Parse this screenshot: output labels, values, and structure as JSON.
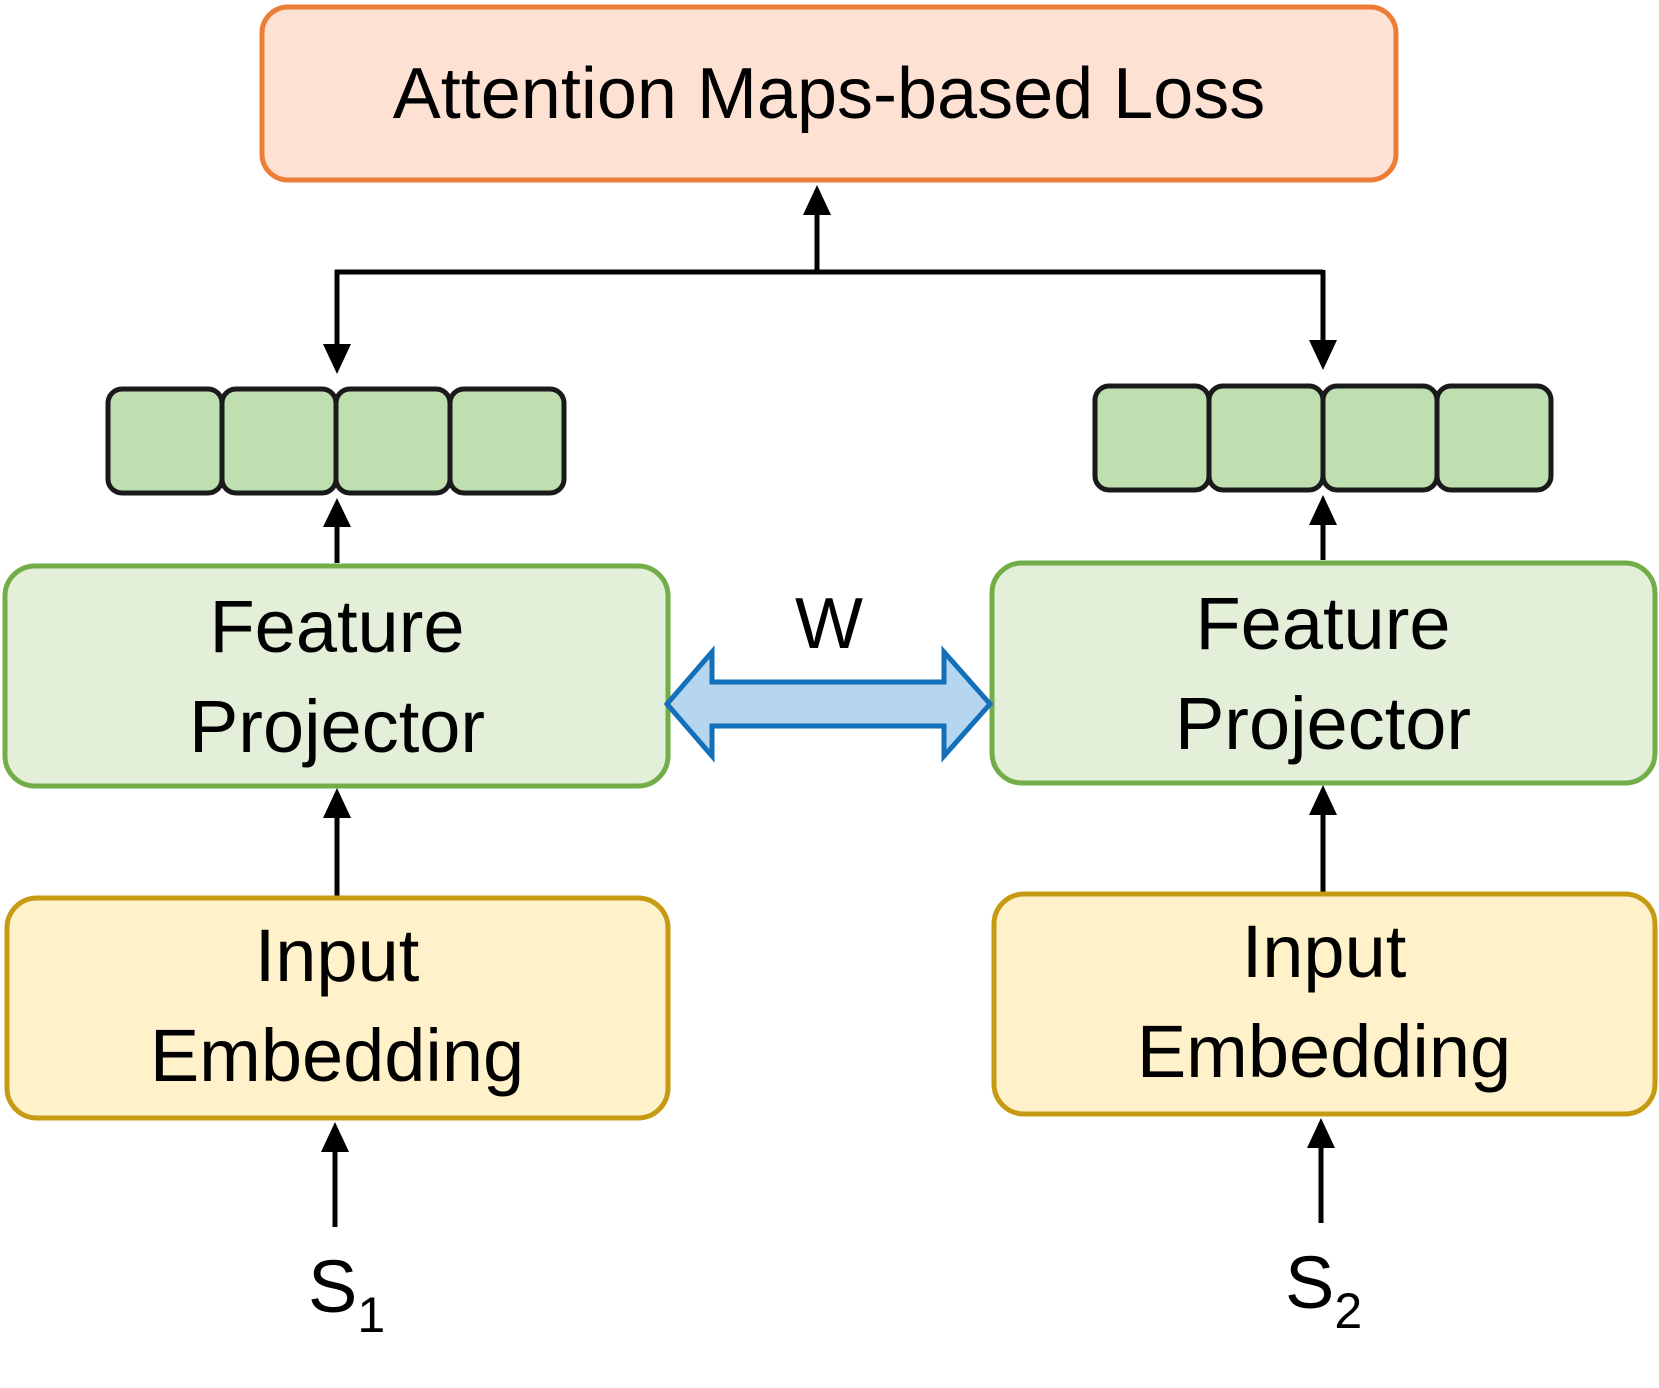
{
  "colors": {
    "loss_fill": "#fde1d3",
    "loss_stroke": "#ec7d36",
    "projector_fill": "#e3efd9",
    "projector_stroke": "#72ad48",
    "embedding_fill": "#fff1c9",
    "embedding_stroke": "#c79a13",
    "feature_cell_fill": "#bfdfb1",
    "feature_cell_stroke": "#1a1a1a",
    "weight_arrow_fill": "#b6d5ef",
    "weight_arrow_stroke": "#1470b8",
    "line": "#000000"
  },
  "loss": {
    "label": "Attention Maps-based Loss"
  },
  "shared_weight": {
    "label": "W"
  },
  "left_branch": {
    "projector_line1": "Feature",
    "projector_line2": "Projector",
    "embedding_line1": "Input",
    "embedding_line2": "Embedding",
    "input_symbol": "S",
    "input_subscript": "1",
    "feature_cells": 4
  },
  "right_branch": {
    "projector_line1": "Feature",
    "projector_line2": "Projector",
    "embedding_line1": "Input",
    "embedding_line2": "Embedding",
    "input_symbol": "S",
    "input_subscript": "2",
    "feature_cells": 4
  }
}
